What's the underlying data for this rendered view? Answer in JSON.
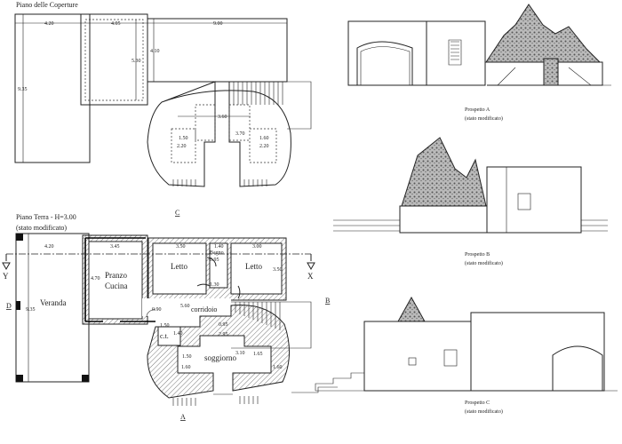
{
  "roof_plan": {
    "title": "Piano delle Coperture",
    "dims": [
      "4.20",
      "4.05",
      "9.00",
      "4.10",
      "5.30",
      "9.35",
      "3.60",
      "3.70",
      "1.50",
      "1.60",
      "2.20",
      "2.20"
    ],
    "section_mark": "C"
  },
  "ground_plan": {
    "title": "Piano Terra - H=3.00",
    "subtitle": "(stato modificato)",
    "rooms": [
      "Veranda",
      "Pranzo",
      "Cucina",
      "Letto",
      "Letto",
      "Bagno",
      "corridoio",
      "c.t.",
      "soggiorno"
    ],
    "dims": [
      "4.20",
      "3.45",
      "3.50",
      "1.40",
      "3.00",
      "0.95",
      "3.50",
      "4.70",
      "1.30",
      "9.35",
      "0.90",
      "5.60",
      "1.50",
      "0.95",
      "1.40",
      "2.95",
      "1.50",
      "3.10",
      "1.65",
      "1.60",
      "1.60"
    ],
    "marks": {
      "y": "Y",
      "x": "X",
      "d": "D",
      "b": "B",
      "a": "A"
    }
  },
  "elevations": [
    {
      "title": "Prospetto A",
      "subtitle": "(stato modificato)"
    },
    {
      "title": "Prospetto B",
      "subtitle": "(stato modificato)"
    },
    {
      "title": "Prospetto C",
      "subtitle": "(stato modificato)"
    }
  ]
}
